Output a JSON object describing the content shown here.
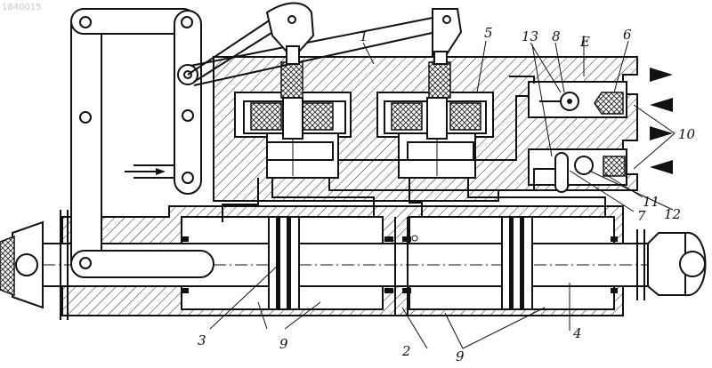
{
  "watermark": "1840015",
  "labels": {
    "l1": "1",
    "l2": "2",
    "l3": "3",
    "l4": "4",
    "l5": "5",
    "l6": "6",
    "l7": "7",
    "l8": "8",
    "l9a": "9",
    "l9b": "9",
    "l10": "10",
    "l11": "11",
    "l12": "12",
    "l13": "13",
    "lE": "E"
  }
}
